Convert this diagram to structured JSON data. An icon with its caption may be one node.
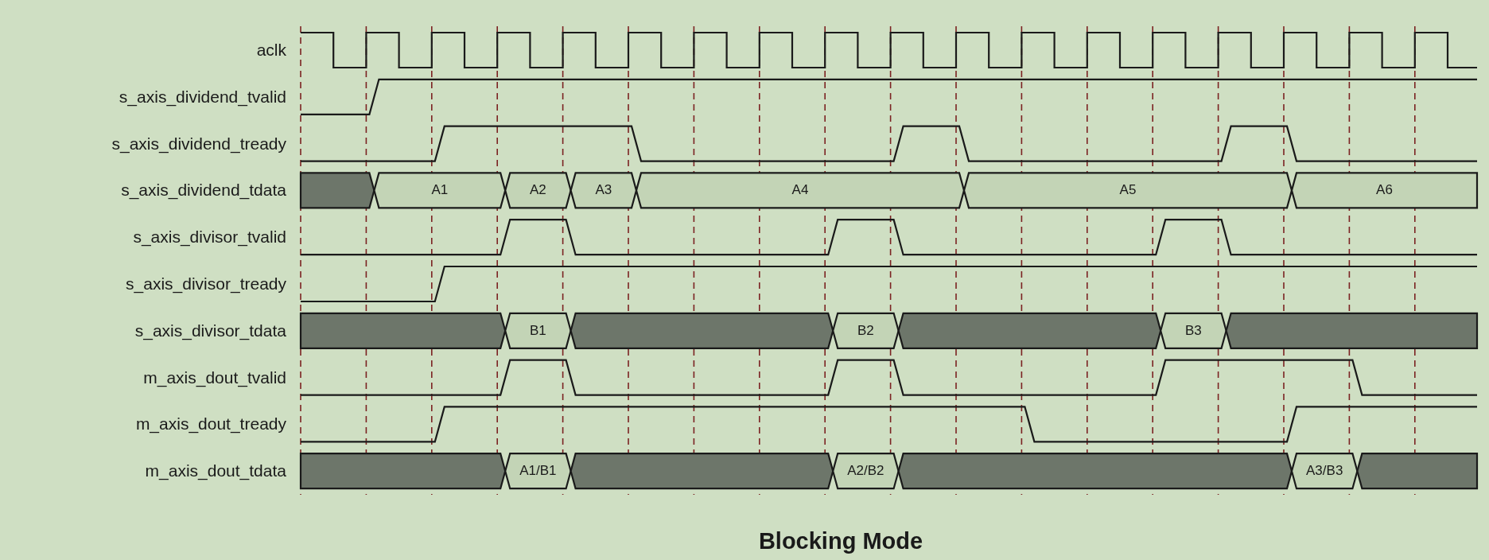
{
  "diagram": {
    "caption": "Blocking Mode",
    "labels": [
      "aclk",
      "s_axis_dividend_tvalid",
      "s_axis_dividend_tready",
      "s_axis_dividend_tdata",
      "A1",
      "A2",
      "A3",
      "A4",
      "A5",
      "A6",
      "s_axis_divisor_tvalid",
      "s_axis_divisor_tready",
      "s_axis_divisor_tdata",
      "B1",
      "B2",
      "B3",
      "m_axis_dout_tvalid",
      "m_axis_dout_tready",
      "m_axis_dout_tdata",
      "A1/B1",
      "A2/B2",
      "A3/B3"
    ]
  }
}
